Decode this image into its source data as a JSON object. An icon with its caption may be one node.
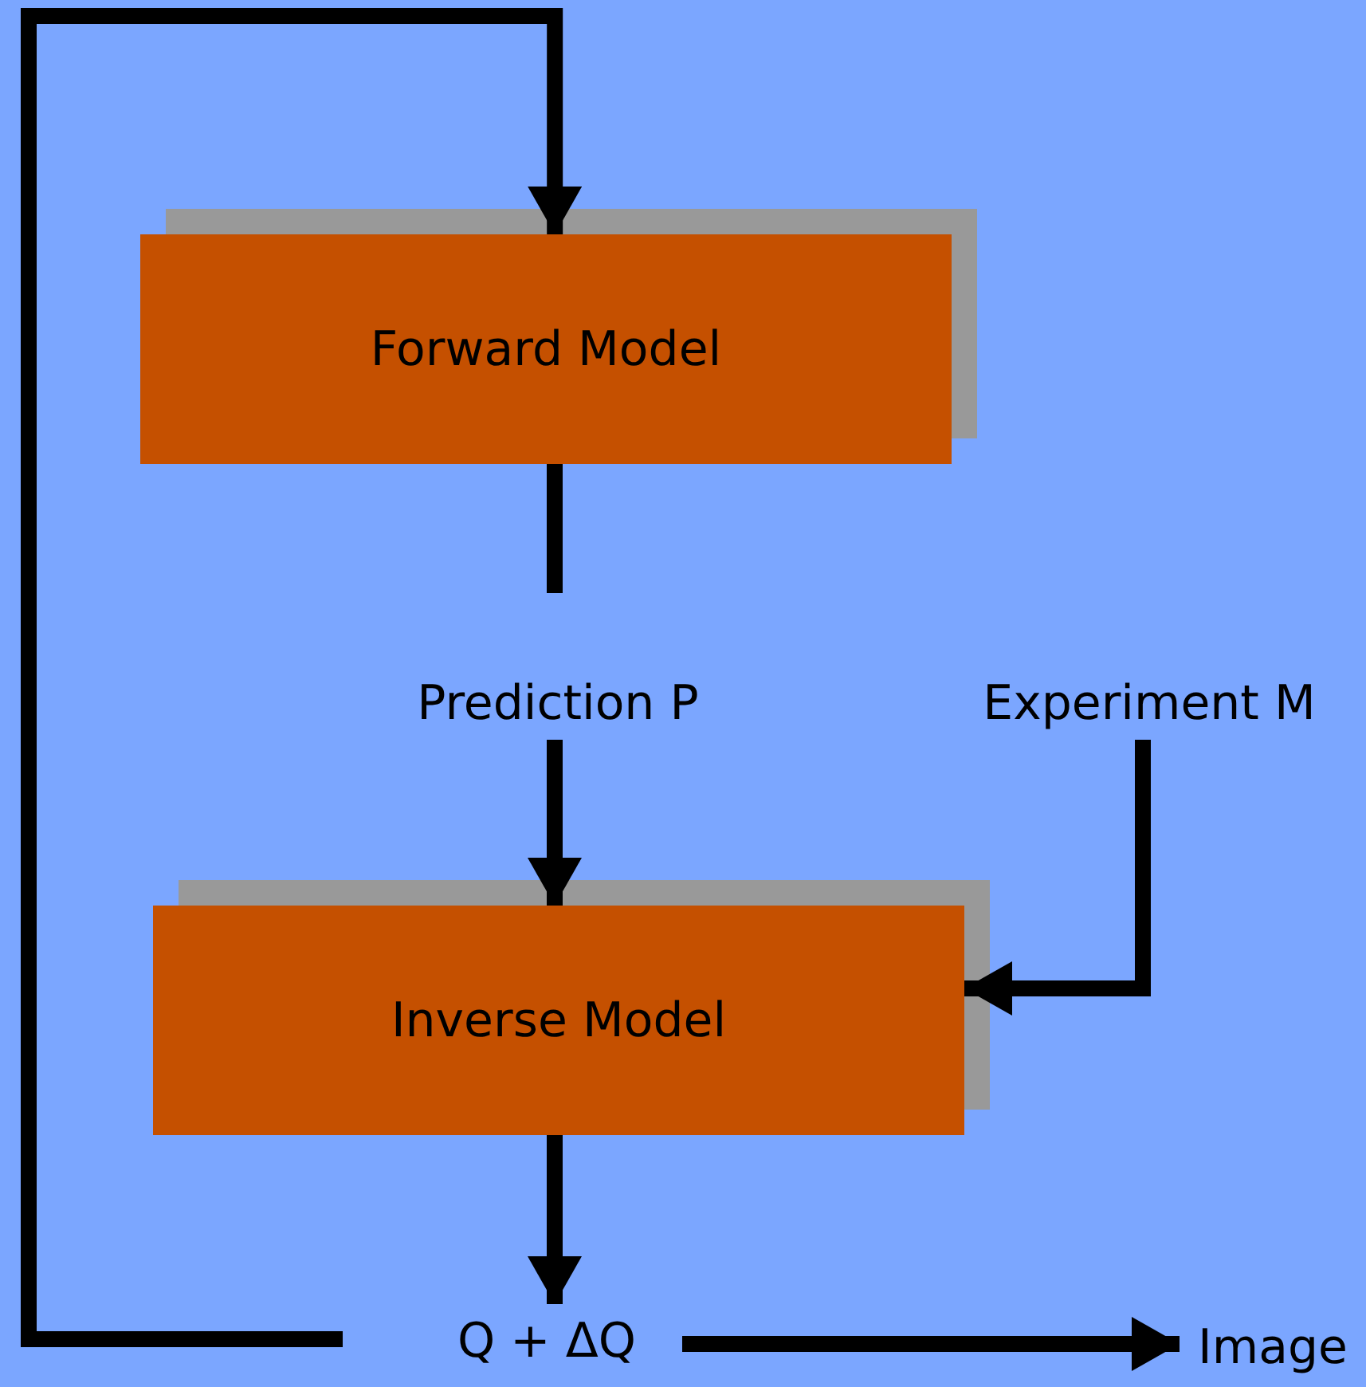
{
  "diagram": {
    "nodes": [
      {
        "text": [
          "Forward Model"
        ]
      },
      {
        "text": [
          "Prediction P"
        ]
      },
      {
        "text": [
          "Experiment M"
        ]
      },
      {
        "text": [
          "Inverse Model"
        ]
      },
      {
        "text": [
          "Q + ΔQ"
        ]
      },
      {
        "text": [
          "Image"
        ]
      }
    ],
    "edges": [
      {
        "from": 4,
        "to": 0,
        "arrow": "to"
      },
      {
        "from": 0,
        "to": 1,
        "arrow": "none"
      },
      {
        "from": 1,
        "to": 3,
        "arrow": "to"
      },
      {
        "from": 2,
        "to": 3,
        "arrow": "to"
      },
      {
        "from": 3,
        "to": 4,
        "arrow": "to"
      },
      {
        "from": 4,
        "to": 5,
        "arrow": "to"
      }
    ]
  }
}
